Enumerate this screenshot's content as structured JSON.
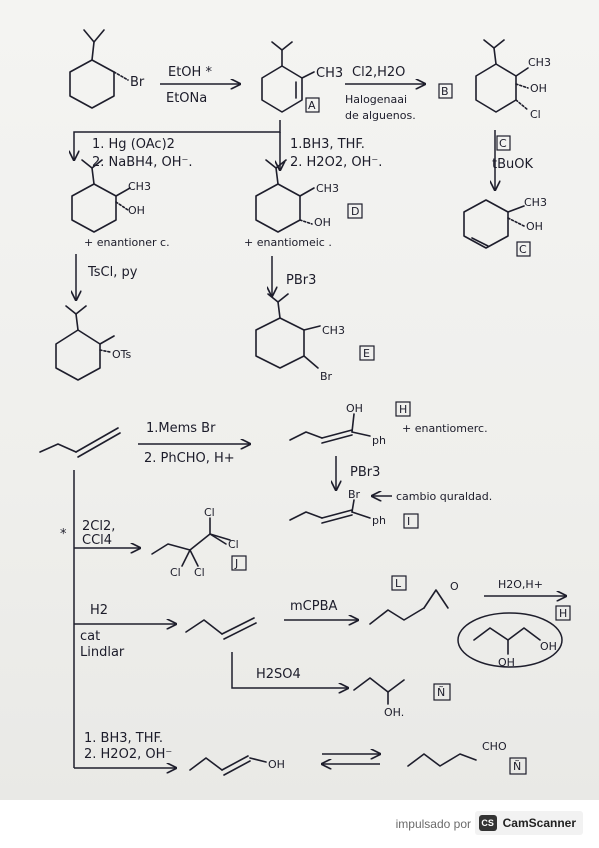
{
  "reaction_sheet": {
    "step1": {
      "reagent_top": "EtOH *",
      "reagent_bottom": "EtONa",
      "product_label": "A",
      "product_sub": "CH3",
      "start_sub": "Br"
    },
    "step2": {
      "reagent_top": "Cl2,H2O",
      "name_line1": "Halogenaai",
      "name_line2": "de alguenos.",
      "product_label": "B",
      "sub_ch3": "CH3",
      "sub_oh": "OH",
      "sub_cl": "Cl"
    },
    "step3": {
      "reagent_label": "C",
      "reagent": "tBuOK",
      "product_label": "C",
      "sub_ch3": "CH3",
      "sub_oh": "OH"
    },
    "oxymercuration": {
      "line1": "1. Hg (OAc)2",
      "line2": "2. NaBH4, OH⁻.",
      "sub_ch3": "CH3",
      "sub_oh": "OH",
      "note": "+ enantioner c."
    },
    "hydroboration_ring": {
      "line1": "1.BH3, THF.",
      "line2": "2. H2O2, OH⁻.",
      "product_label": "D",
      "sub_ch3": "CH3",
      "sub_oh": "OH",
      "note": "+ enantiomeic ."
    },
    "tosylation": {
      "reagent": "TsCl, py",
      "sub": "OTs"
    },
    "pbr3_ring": {
      "reagent": "PBr3",
      "product_label": "E",
      "sub_ch3": "CH3",
      "sub_br": "Br"
    },
    "alkyne": {
      "line1": "1.Mems Br",
      "line2": "2. PhCHO, H+",
      "product_label": "H",
      "sub_oh": "OH",
      "sub_ph": "ph",
      "note": "+ enantiomerc."
    },
    "pbr3_alkyne": {
      "reagent": "PBr3",
      "sub_br": "Br",
      "note": "cambio quraldad.",
      "sub_ph": "ph",
      "product_label": "I"
    },
    "chlorination": {
      "marker": "*",
      "line1": "2Cl2,",
      "line2": "CCl4",
      "product_label": "J",
      "cl_labels": [
        "Cl",
        "Cl",
        "Cl",
        "Cl"
      ]
    },
    "hydrogenation": {
      "line1": "H2",
      "line2": "cat",
      "line3": "Lindlar"
    },
    "epoxidation": {
      "reagent": "mCPBA",
      "product_label": "L",
      "epoxide_o": "O"
    },
    "epoxide_opening": {
      "reagent": "H2O,H+",
      "product_label": "H",
      "sub_oh1": "OH",
      "sub_oh2": "OH"
    },
    "sulfuric": {
      "reagent": "H2SO4",
      "product_label": "Ñ",
      "sub_oh": "OH."
    },
    "hydroboration_alkyne": {
      "line1": "1. BH3, THF.",
      "line2": "2. H2O2, OH⁻",
      "sub_oh": "OH",
      "sub_cho": "CHO",
      "product_label": "Ñ"
    }
  },
  "footer": {
    "powered_by": "impulsado por",
    "brand_logo": "CS",
    "brand_name": "CamScanner"
  }
}
